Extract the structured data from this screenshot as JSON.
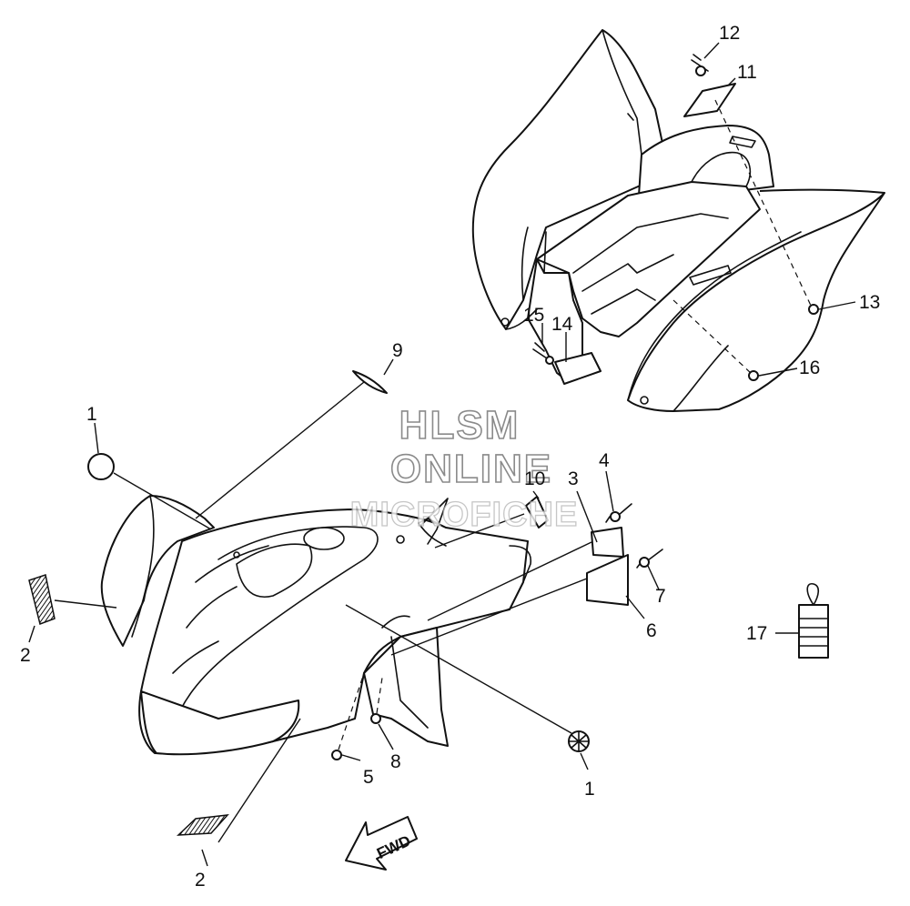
{
  "watermark": {
    "line1": "HLSM",
    "line2": "ONLINE",
    "line3": "MICROFICHE"
  },
  "fwd_label": "FWD",
  "callouts": {
    "c1_top": "1",
    "c1_bottom": "1",
    "c2_left": "2",
    "c2_bottom": "2",
    "c3": "3",
    "c4": "4",
    "c5": "5",
    "c6": "6",
    "c7": "7",
    "c8": "8",
    "c9": "9",
    "c10": "10",
    "c11": "11",
    "c12": "12",
    "c13": "13",
    "c14": "14",
    "c15": "15",
    "c16": "16",
    "c17": "17"
  }
}
